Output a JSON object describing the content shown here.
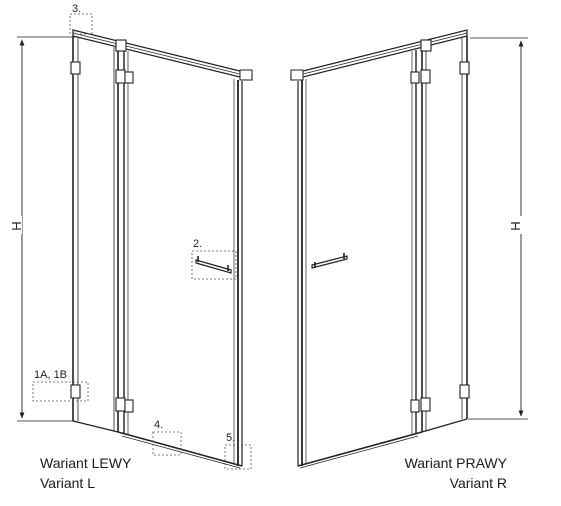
{
  "callouts": {
    "c3": "3.",
    "c2": "2.",
    "c1": "1A, 1B",
    "c4": "4.",
    "c5": "5."
  },
  "dimensions": {
    "left_height": "H",
    "right_height": "H"
  },
  "captions": {
    "left_line1": "Wariant LEWY",
    "left_line2": "Variant L",
    "right_line1": "Wariant PRAWY",
    "right_line2": "Variant R"
  }
}
